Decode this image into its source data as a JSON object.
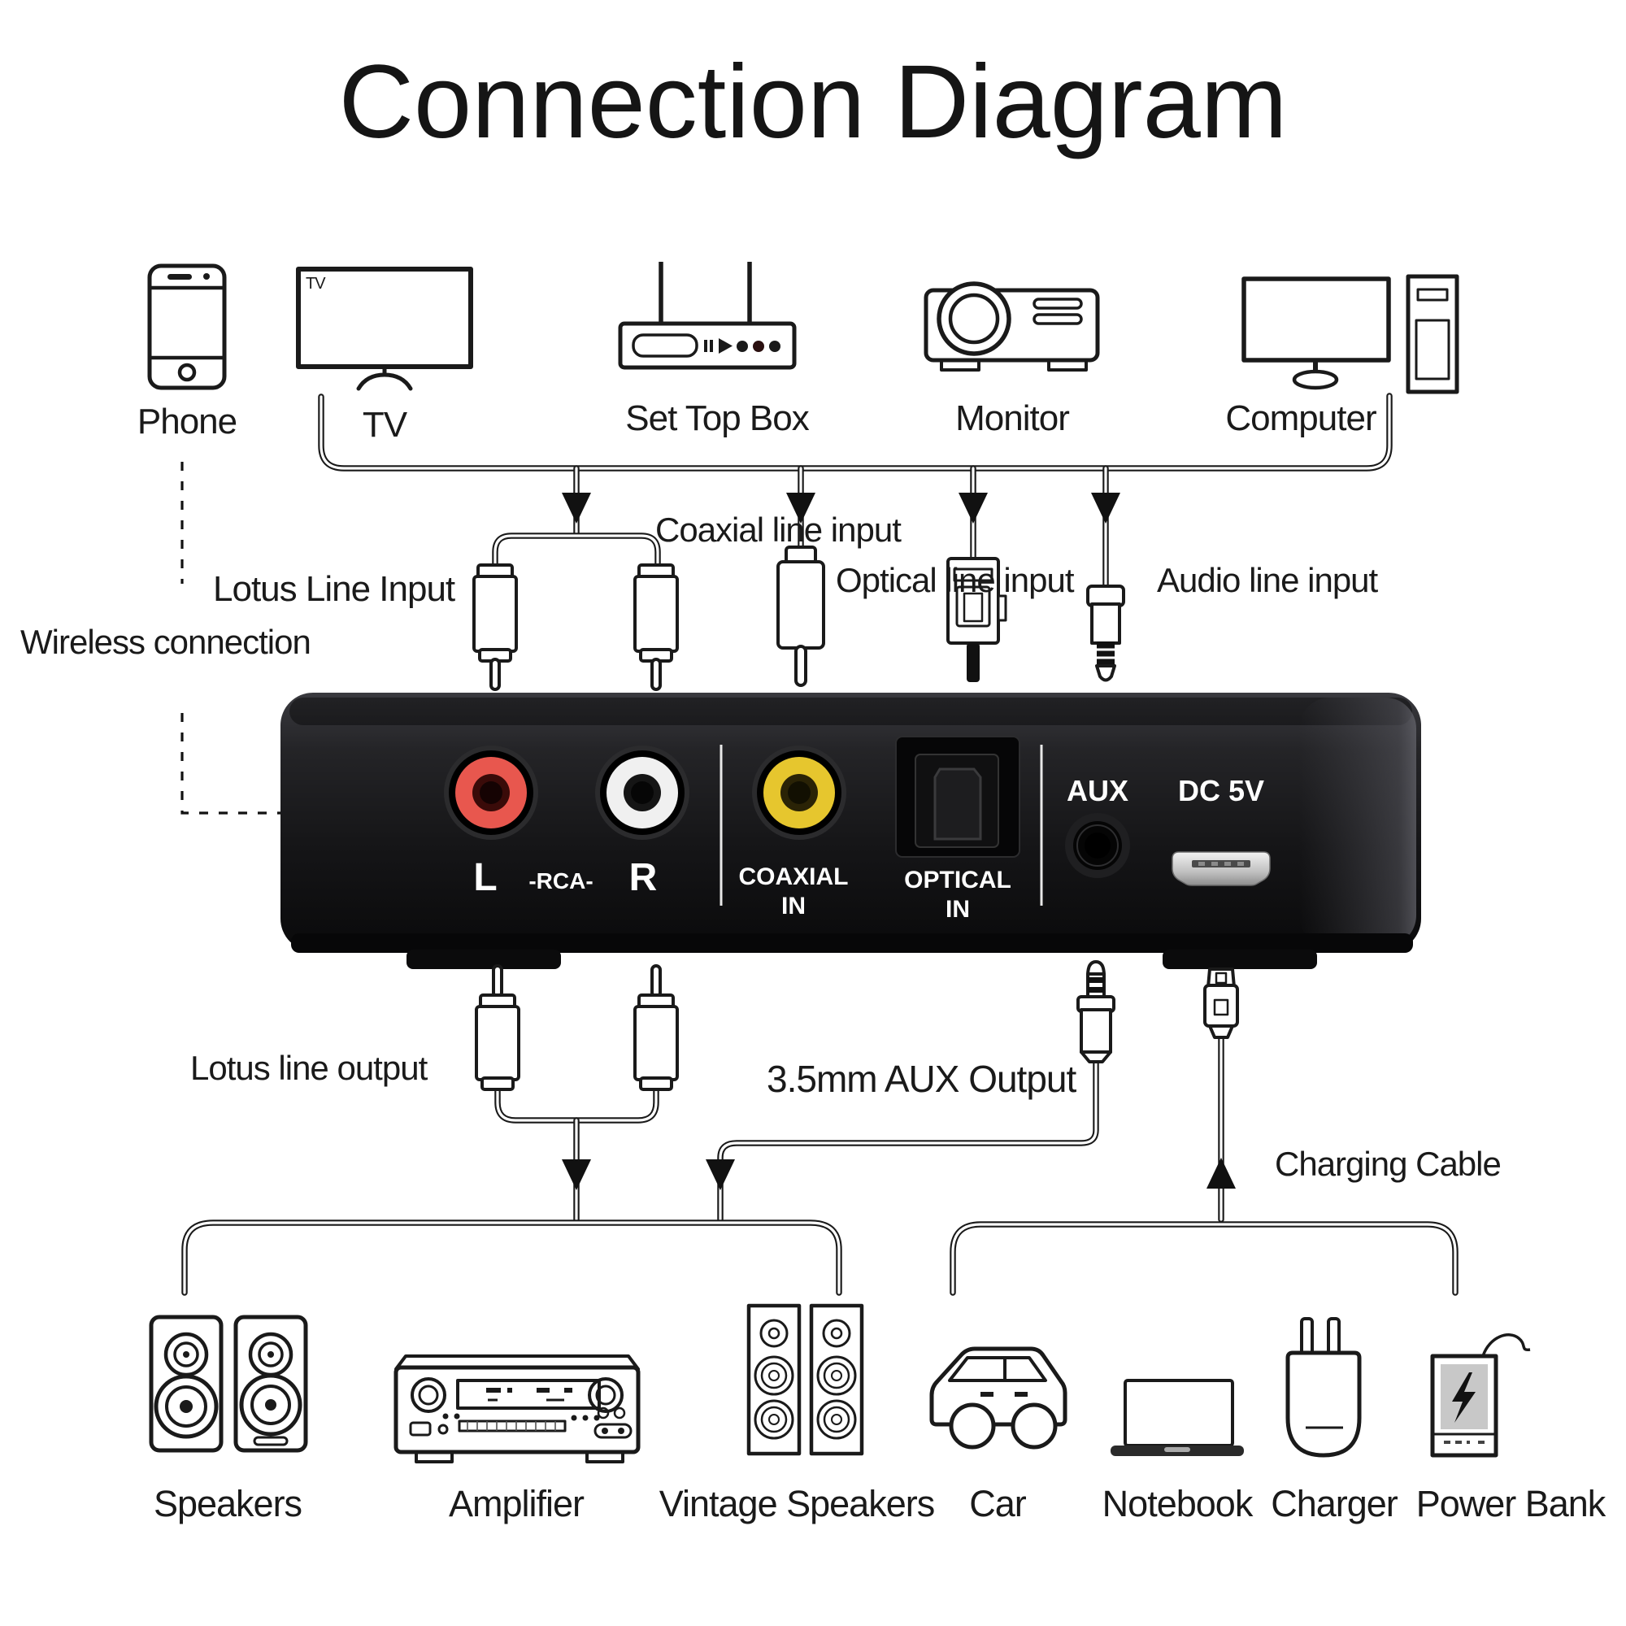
{
  "title": "Connection Diagram",
  "sources": [
    {
      "label": "Phone"
    },
    {
      "label": "TV",
      "screen_text": "TV"
    },
    {
      "label": "Set Top Box"
    },
    {
      "label": "Monitor"
    },
    {
      "label": "Computer"
    }
  ],
  "connections": {
    "wireless": "Wireless connection",
    "lotus_input": "Lotus Line Input",
    "coaxial_input": "Coaxial line input",
    "optical_input": "Optical line input",
    "audio_input": "Audio line input",
    "lotus_output": "Lotus line output",
    "aux_output": "3.5mm AUX Output",
    "charging_cable": "Charging Cable"
  },
  "device": {
    "ports": {
      "left": "L",
      "rca": "-RCA-",
      "right": "R",
      "coaxial_line1": "COAXIAL",
      "coaxial_line2": "IN",
      "optical_line1": "OPTICAL",
      "optical_line2": "IN",
      "aux": "AUX",
      "power": "DC 5V"
    },
    "colors": {
      "left_ring": "#e8574e",
      "right_ring": "#f0f0f0",
      "coaxial_ring": "#e6c62e",
      "body": "#1b1b1d"
    }
  },
  "sinks": [
    {
      "label": "Speakers"
    },
    {
      "label": "Amplifier"
    },
    {
      "label": "Vintage Speakers"
    },
    {
      "label": "Car"
    },
    {
      "label": "Notebook"
    },
    {
      "label": "Charger"
    },
    {
      "label": "Power Bank"
    }
  ]
}
